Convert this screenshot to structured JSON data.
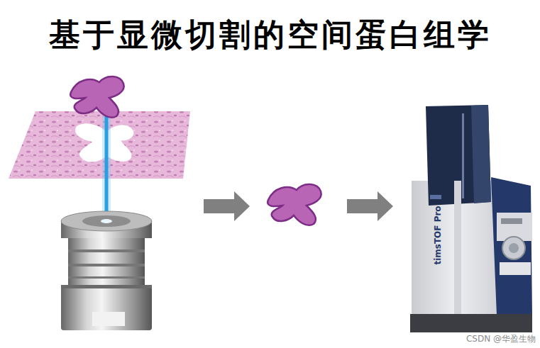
{
  "diagram": {
    "title": "基于显微切割的空间蛋白组学",
    "labels": [
      "timsTOF Pro",
      "CSDN @华盈生物"
    ]
  }
}
